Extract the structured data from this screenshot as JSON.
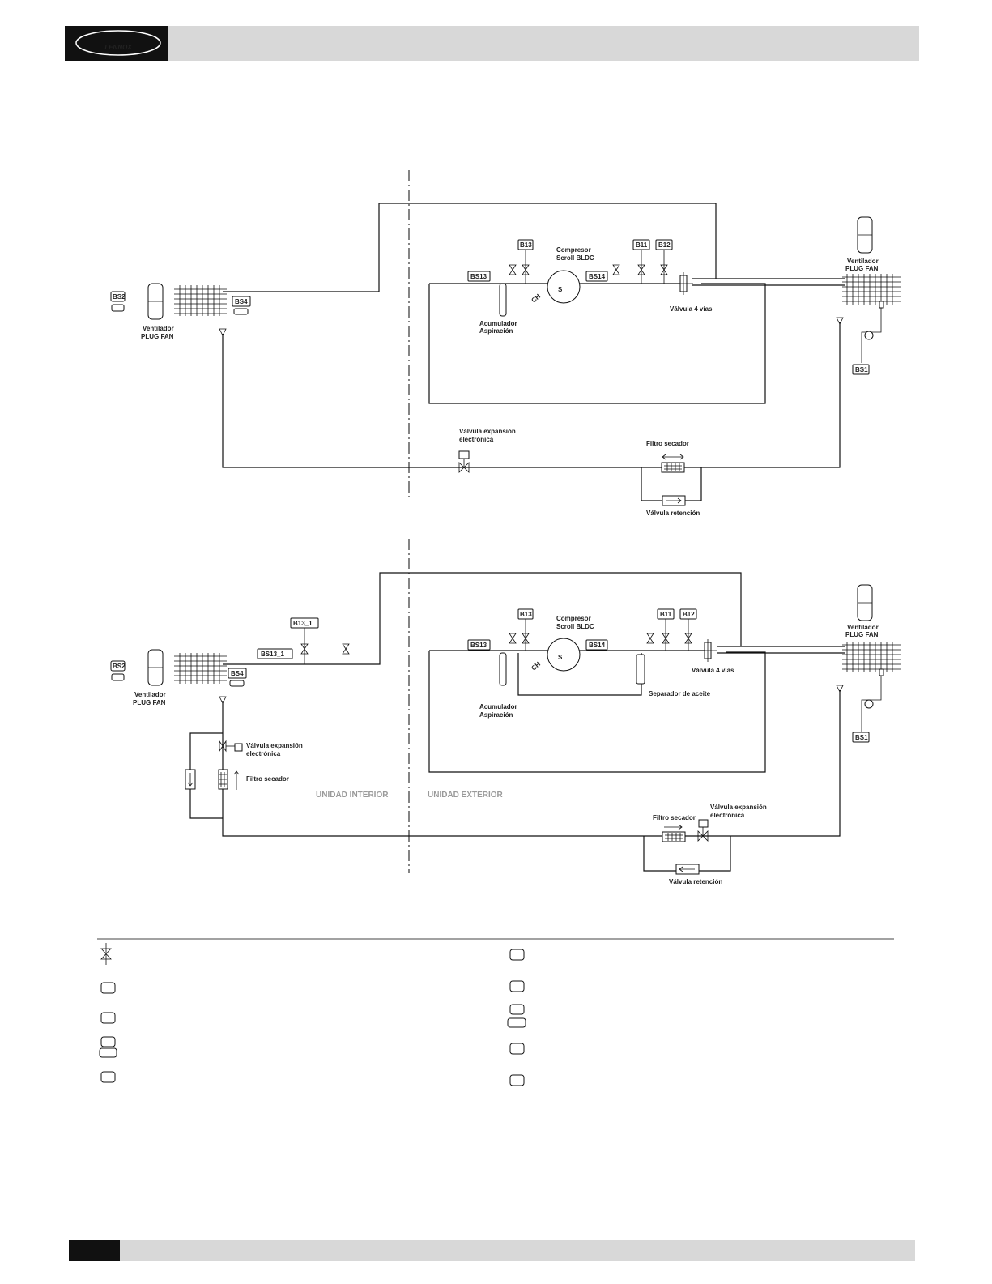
{
  "header": {
    "logo_text": "LENNOX"
  },
  "diagram1": {
    "sensors": {
      "bs2": "BS2",
      "bs4": "BS4",
      "b13": "B13",
      "bs13": "BS13",
      "bs14": "BS14",
      "b11": "B11",
      "b12": "B12",
      "bs1": "BS1"
    },
    "labels": {
      "compressor_l1": "Compresor",
      "compressor_l2": "Scroll BLDC",
      "accumulator_l1": "Acumulador",
      "accumulator_l2": "Aspiración",
      "valve4": "Válvula 4 vías",
      "fan_l_l1": "Ventilador",
      "fan_l_l2": "PLUG FAN",
      "fan_r_l1": "Ventilador",
      "fan_r_l2": "PLUG FAN",
      "exp_l1": "Válvula expansión",
      "exp_l2": "electrónica",
      "filter": "Filtro secador",
      "check": "Válvula retención",
      "ch": "CH",
      "s": "S"
    }
  },
  "diagram2": {
    "sensors": {
      "bs2": "BS2",
      "bs4": "BS4",
      "b13_1": "B13_1",
      "bs13_1": "BS13_1",
      "b13": "B13",
      "bs13": "BS13",
      "bs14": "BS14",
      "b11": "B11",
      "b12": "B12",
      "bs1": "BS1"
    },
    "labels": {
      "compressor_l1": "Compresor",
      "compressor_l2": "Scroll BLDC",
      "accumulator_l1": "Acumulador",
      "accumulator_l2": "Aspiración",
      "separator": "Separador de aceite",
      "valve4": "Válvula 4 vías",
      "fan_l_l1": "Ventilador",
      "fan_l_l2": "PLUG FAN",
      "fan_r_l1": "Ventilador",
      "fan_r_l2": "PLUG FAN",
      "exp_in_l1": "Válvula expansión",
      "exp_in_l2": "electrónica",
      "filter_in": "Filtro secador",
      "exp_out_l1": "Válvula expansión",
      "exp_out_l2": "electrónica",
      "filter_out": "Filtro secador",
      "check": "Válvula retención",
      "zone_interior": "UNIDAD INTERIOR",
      "zone_exterior": "UNIDAD EXTERIOR",
      "ch": "CH",
      "s": "S"
    }
  }
}
